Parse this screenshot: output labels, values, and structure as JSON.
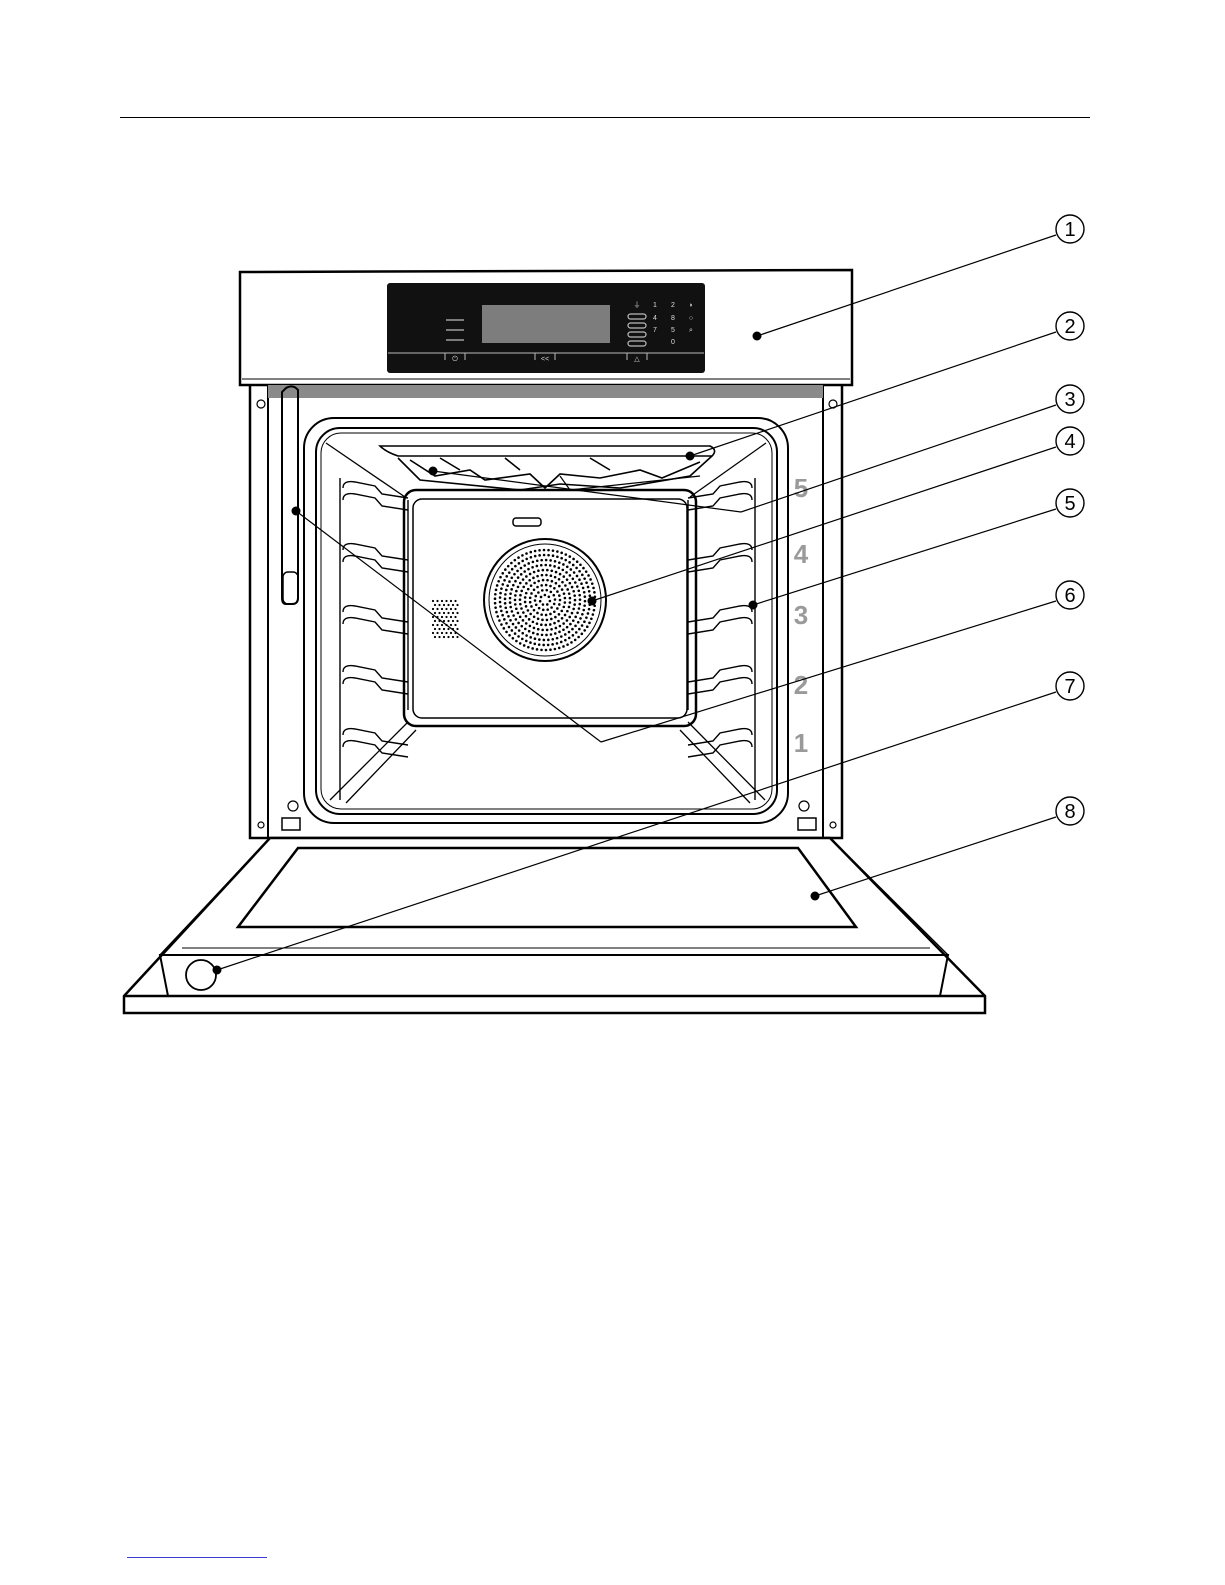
{
  "diagram": {
    "callouts": [
      {
        "number": "1",
        "part": "control-panel"
      },
      {
        "number": "2",
        "part": "broil-element-sensor"
      },
      {
        "number": "3",
        "part": "upper-heating-element"
      },
      {
        "number": "4",
        "part": "convection-fan"
      },
      {
        "number": "5",
        "part": "side-runners"
      },
      {
        "number": "6",
        "part": "door-seal"
      },
      {
        "number": "7",
        "part": "door-contact"
      },
      {
        "number": "8",
        "part": "oven-door"
      }
    ],
    "shelf_levels": [
      "5",
      "4",
      "3",
      "2",
      "1"
    ],
    "keypad": {
      "rows": [
        [
          "⏚",
          "1",
          "2",
          "◗"
        ],
        [
          "",
          "4",
          "8",
          "○"
        ],
        [
          "",
          "7",
          "5",
          "⌕"
        ],
        [
          "",
          "",
          "0",
          ""
        ]
      ]
    },
    "panel_bottom_symbols": [
      "⏻",
      "<<",
      "△"
    ]
  },
  "colors": {
    "panel_black": "#111111",
    "display_gray": "#7d7d7d",
    "level_gray": "#9a9a9a",
    "line": "#000000"
  }
}
